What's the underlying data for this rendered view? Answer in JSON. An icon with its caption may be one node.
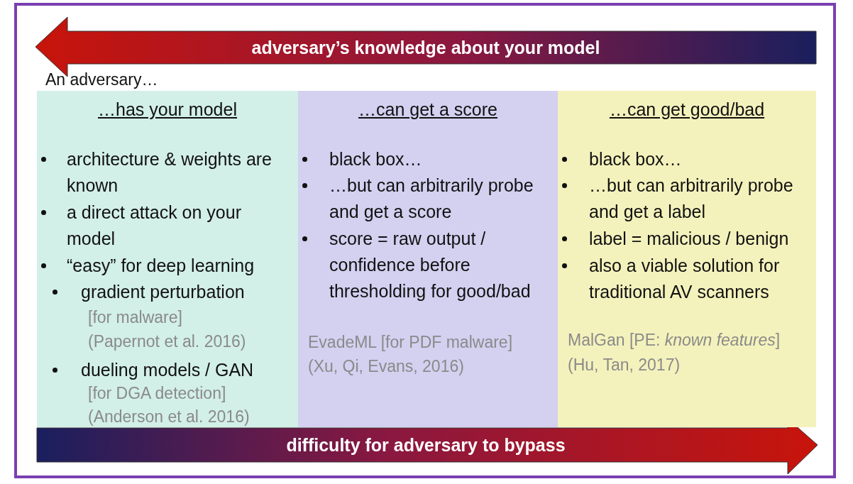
{
  "diagram": {
    "nodes": [
      {
        "text": [
          "…has your model",
          "architecture & weights are known",
          "a direct attack on your model",
          "“easy” for deep learning",
          "gradient perturbation",
          "[for malware]",
          "(Papernot et al. 2016)",
          "dueling models / GAN",
          "[for DGA detection]",
          "(Anderson et al. 2016)"
        ]
      },
      {
        "text": [
          "…can get a score",
          "black box…",
          "…but can arbitrarily probe and get a score",
          "score = raw output / confidence before thresholding for good/bad",
          "EvadeML [for PDF malware]",
          "(Xu, Qi, Evans, 2016)"
        ]
      },
      {
        "text": [
          "…can get good/bad",
          "black box…",
          "…but can arbitrarily probe and get a label",
          "label = malicious / benign",
          "also a viable solution for traditional AV scanners",
          "MalGan [PE: *known features*]",
          "(Hu, Tan, 2017)"
        ]
      }
    ],
    "edges": [],
    "labels": [
      "adversary’s knowledge about your model",
      "An adversary…",
      "difficulty for adversary to bypass"
    ]
  }
}
